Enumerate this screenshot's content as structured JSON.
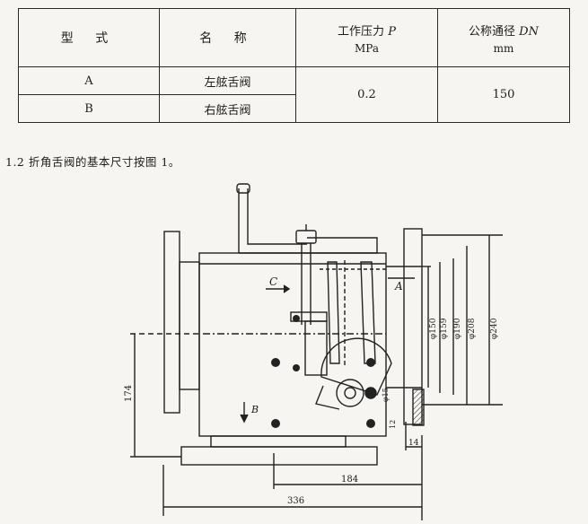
{
  "table": {
    "headers": {
      "type": "型 式",
      "name": "名 称",
      "pressure_line1": "工作压力",
      "pressure_symbol": "P",
      "pressure_unit": "MPa",
      "dn_line1": "公称通径",
      "dn_symbol": "DN",
      "dn_unit": "mm"
    },
    "rows": [
      {
        "type": "A",
        "name": "左舷舌阀"
      },
      {
        "type": "B",
        "name": "右舷舌阀"
      }
    ],
    "shared": {
      "pressure": "0.2",
      "dn": "150"
    }
  },
  "caption": "1.2  折角舌阀的基本尺寸按图 1。",
  "drawing": {
    "labels": {
      "view_c": "C",
      "view_a": "A",
      "view_b": "B",
      "dim_174": "174",
      "dim_184": "184",
      "dim_336": "336",
      "dim_14": "14",
      "dim_12": "12",
      "dia_150": "φ150",
      "dia_159": "φ159",
      "dia_190": "φ190",
      "dia_208": "φ208",
      "dia_240": "φ240",
      "dia_15": "φ15"
    }
  }
}
